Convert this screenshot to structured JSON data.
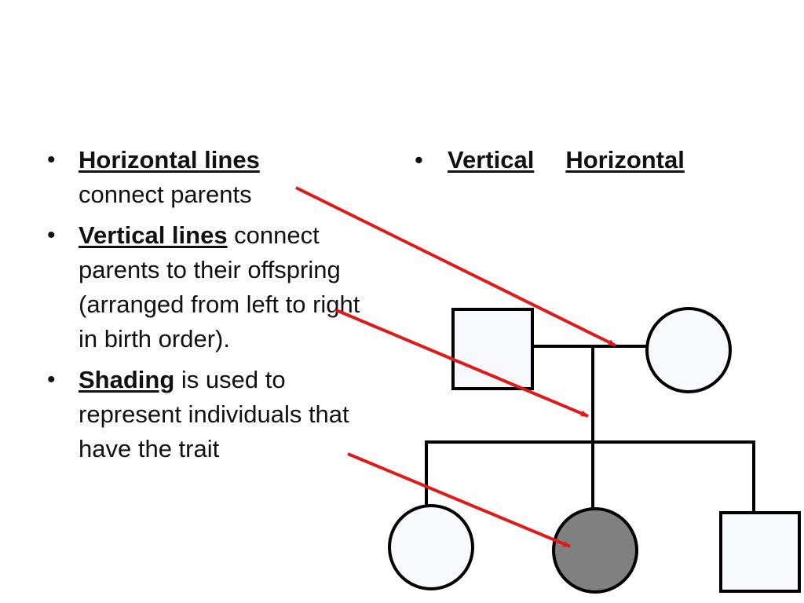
{
  "bullets": [
    {
      "term": "Horizontal lines",
      "rest_1": "",
      "rest_2": "connect parents"
    },
    {
      "term": "Vertical lines",
      "rest_1": " connect",
      "rest_2": "parents to their offspring (arranged from left to right in birth order)."
    },
    {
      "term": "Shading",
      "rest_1": " is used to",
      "rest_2": "represent individuals that have the trait"
    }
  ],
  "right_bullet": {
    "term_1": "Vertical",
    "term_2": "Horizontal"
  },
  "bullet_glyph": "•",
  "colors": {
    "line": "#000000",
    "arrow": "#e0191b",
    "shaded": "#808080",
    "unshaded": "#f7f9fc"
  },
  "pedigree": {
    "father": {
      "shape": "square",
      "affected": false
    },
    "mother": {
      "shape": "circle",
      "affected": false
    },
    "children": [
      {
        "shape": "circle",
        "affected": false
      },
      {
        "shape": "circle",
        "affected": true
      },
      {
        "shape": "square",
        "affected": false
      }
    ]
  }
}
